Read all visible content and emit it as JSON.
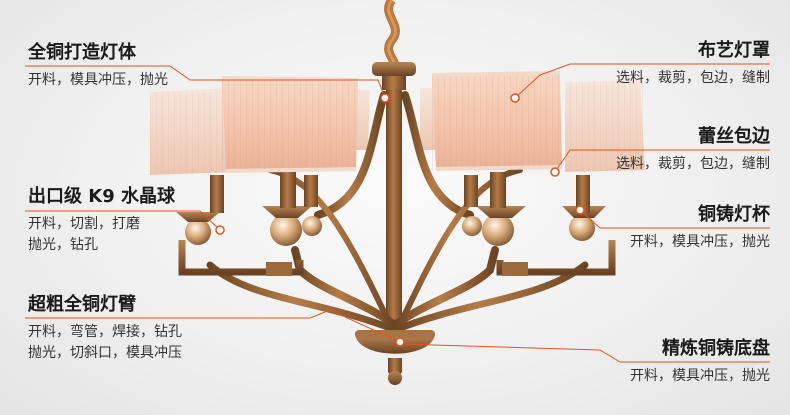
{
  "accent_color": "#e8521c",
  "callouts": {
    "copper_body": {
      "title": "全铜打造灯体",
      "lines": [
        "开料，模具冲压，抛光"
      ]
    },
    "crystal": {
      "title": "出口级 K9 水晶球",
      "lines": [
        "开料，切割，打磨",
        "抛光，钻孔"
      ]
    },
    "arm": {
      "title": "超粗全铜灯臂",
      "lines": [
        "开料，弯管，焊接，钻孔",
        "抛光，切斜口，模具冲压"
      ]
    },
    "shade": {
      "title": "布艺灯罩",
      "lines": [
        "选料，裁剪，包边，缝制"
      ]
    },
    "lace": {
      "title": "蕾丝包边",
      "lines": [
        "选料，裁剪，包边，缝制"
      ]
    },
    "cup": {
      "title": "铜铸灯杯",
      "lines": [
        "开料，模具冲压，抛光"
      ]
    },
    "base": {
      "title": "精炼铜铸底盘",
      "lines": [
        "开料，模具冲压，抛光"
      ]
    }
  }
}
